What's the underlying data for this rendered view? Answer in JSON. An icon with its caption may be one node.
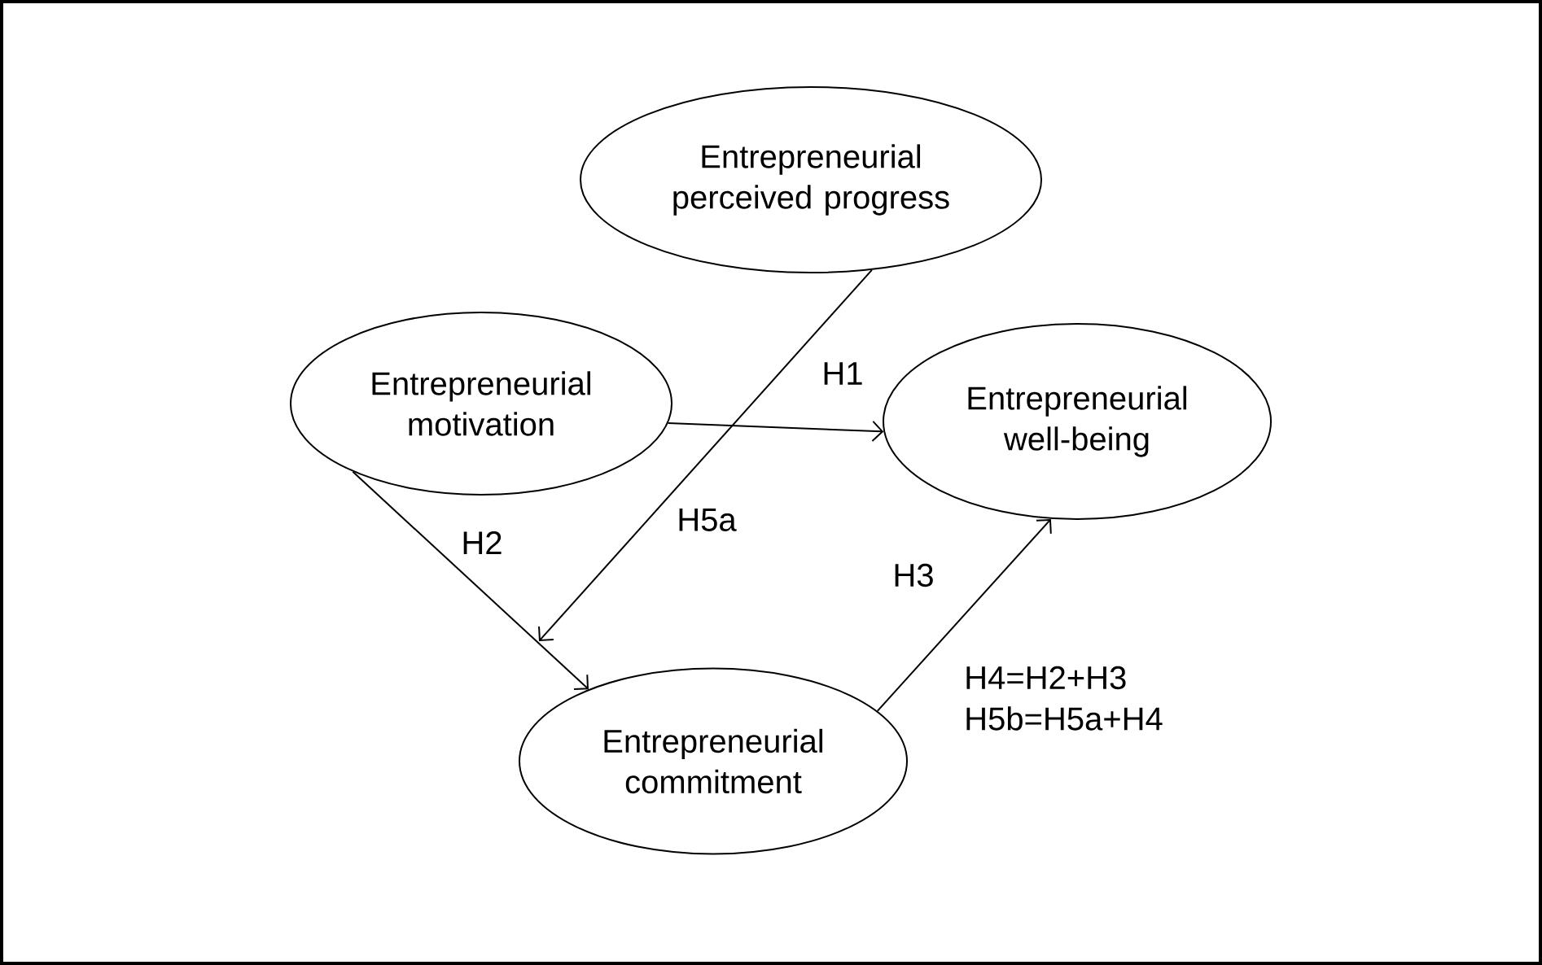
{
  "diagram": {
    "nodes": [
      {
        "text": [
          "Entrepreneurial perceived progress"
        ]
      },
      {
        "text": [
          "Entrepreneurial motivation"
        ]
      },
      {
        "text": [
          "Entrepreneurial well-being"
        ]
      },
      {
        "text": [
          "Entrepreneurial commitment"
        ]
      }
    ],
    "edges": [
      {
        "from": 1,
        "to": 2,
        "arrow": "to",
        "label": "H1"
      },
      {
        "from": 1,
        "to": 3,
        "arrow": "to",
        "label": "H2"
      },
      {
        "from": 3,
        "to": 2,
        "arrow": "to",
        "label": "H3"
      },
      {
        "from": 0,
        "to": 3,
        "arrow": "to",
        "label": "H5a"
      }
    ],
    "labels": [
      "H4=H2+H3",
      "H5b=H5a+H4"
    ]
  }
}
